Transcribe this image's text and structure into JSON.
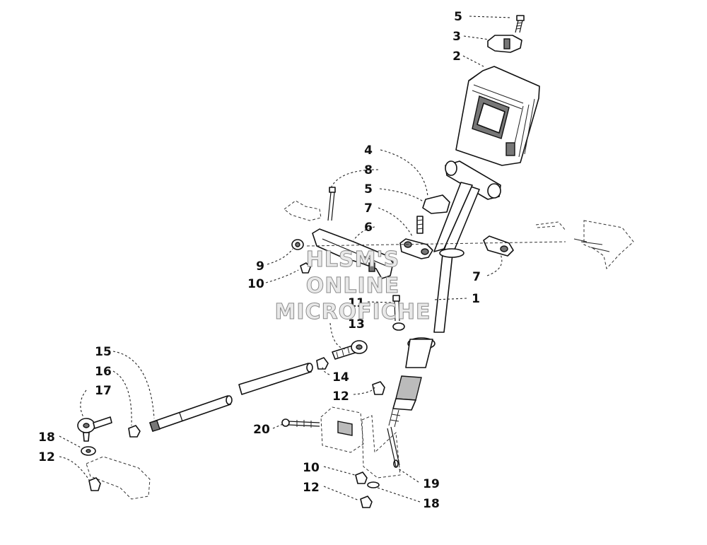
{
  "watermark": {
    "line1": "HLSM'S",
    "line2": "ONLINE",
    "line3": "MICROFICHE"
  },
  "callouts": [
    {
      "id": "c5_top",
      "label": "5"
    },
    {
      "id": "c3",
      "label": "3"
    },
    {
      "id": "c2",
      "label": "2"
    },
    {
      "id": "c4",
      "label": "4"
    },
    {
      "id": "c8",
      "label": "8"
    },
    {
      "id": "c5_mid",
      "label": "5"
    },
    {
      "id": "c7_left",
      "label": "7"
    },
    {
      "id": "c6",
      "label": "6"
    },
    {
      "id": "c9",
      "label": "9"
    },
    {
      "id": "c10_left",
      "label": "10"
    },
    {
      "id": "c7_right",
      "label": "7"
    },
    {
      "id": "c1",
      "label": "1"
    },
    {
      "id": "c11",
      "label": "11"
    },
    {
      "id": "c13",
      "label": "13"
    },
    {
      "id": "c15",
      "label": "15"
    },
    {
      "id": "c16",
      "label": "16"
    },
    {
      "id": "c17",
      "label": "17"
    },
    {
      "id": "c14",
      "label": "14"
    },
    {
      "id": "c12_mid",
      "label": "12"
    },
    {
      "id": "c18_left",
      "label": "18"
    },
    {
      "id": "c12_left",
      "label": "12"
    },
    {
      "id": "c20",
      "label": "20"
    },
    {
      "id": "c10_bottom",
      "label": "10"
    },
    {
      "id": "c19",
      "label": "19"
    },
    {
      "id": "c12_bottom",
      "label": "12"
    },
    {
      "id": "c18_bottom",
      "label": "18"
    }
  ]
}
